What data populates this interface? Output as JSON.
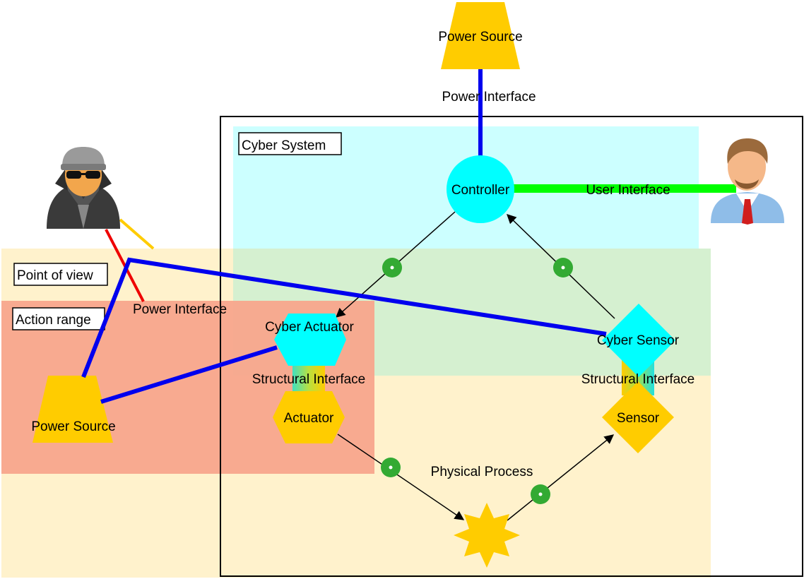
{
  "labels": {
    "power_source_top": "Power Source",
    "power_interface_top": "Power Interface",
    "cyber_system": "Cyber System",
    "controller": "Controller",
    "user_interface": "User Interface",
    "point_of_view": "Point of view",
    "action_range": "Action range",
    "power_interface_left": "Power Interface",
    "cyber_actuator": "Cyber Actuator",
    "cyber_sensor": "Cyber Sensor",
    "structural_interface_left": "Structural Interface",
    "structural_interface_right": "Structural Interface",
    "power_source_left": "Power Source",
    "actuator": "Actuator",
    "sensor": "Sensor",
    "physical_process": "Physical Process"
  },
  "colors": {
    "cyber_region": "#ccffff",
    "viewpoint_region": "#fff2cc",
    "overlap_region": "#d5f0d0",
    "action_region": "#f8a58c",
    "cyan_shape": "#00ffff",
    "gold_shape": "#ffcc00",
    "power_link": "#0000ee",
    "user_link": "#00ff00",
    "node_dot": "#33aa33"
  },
  "icons": {
    "attacker": "hooded-attacker-icon",
    "user": "user-person-icon"
  }
}
